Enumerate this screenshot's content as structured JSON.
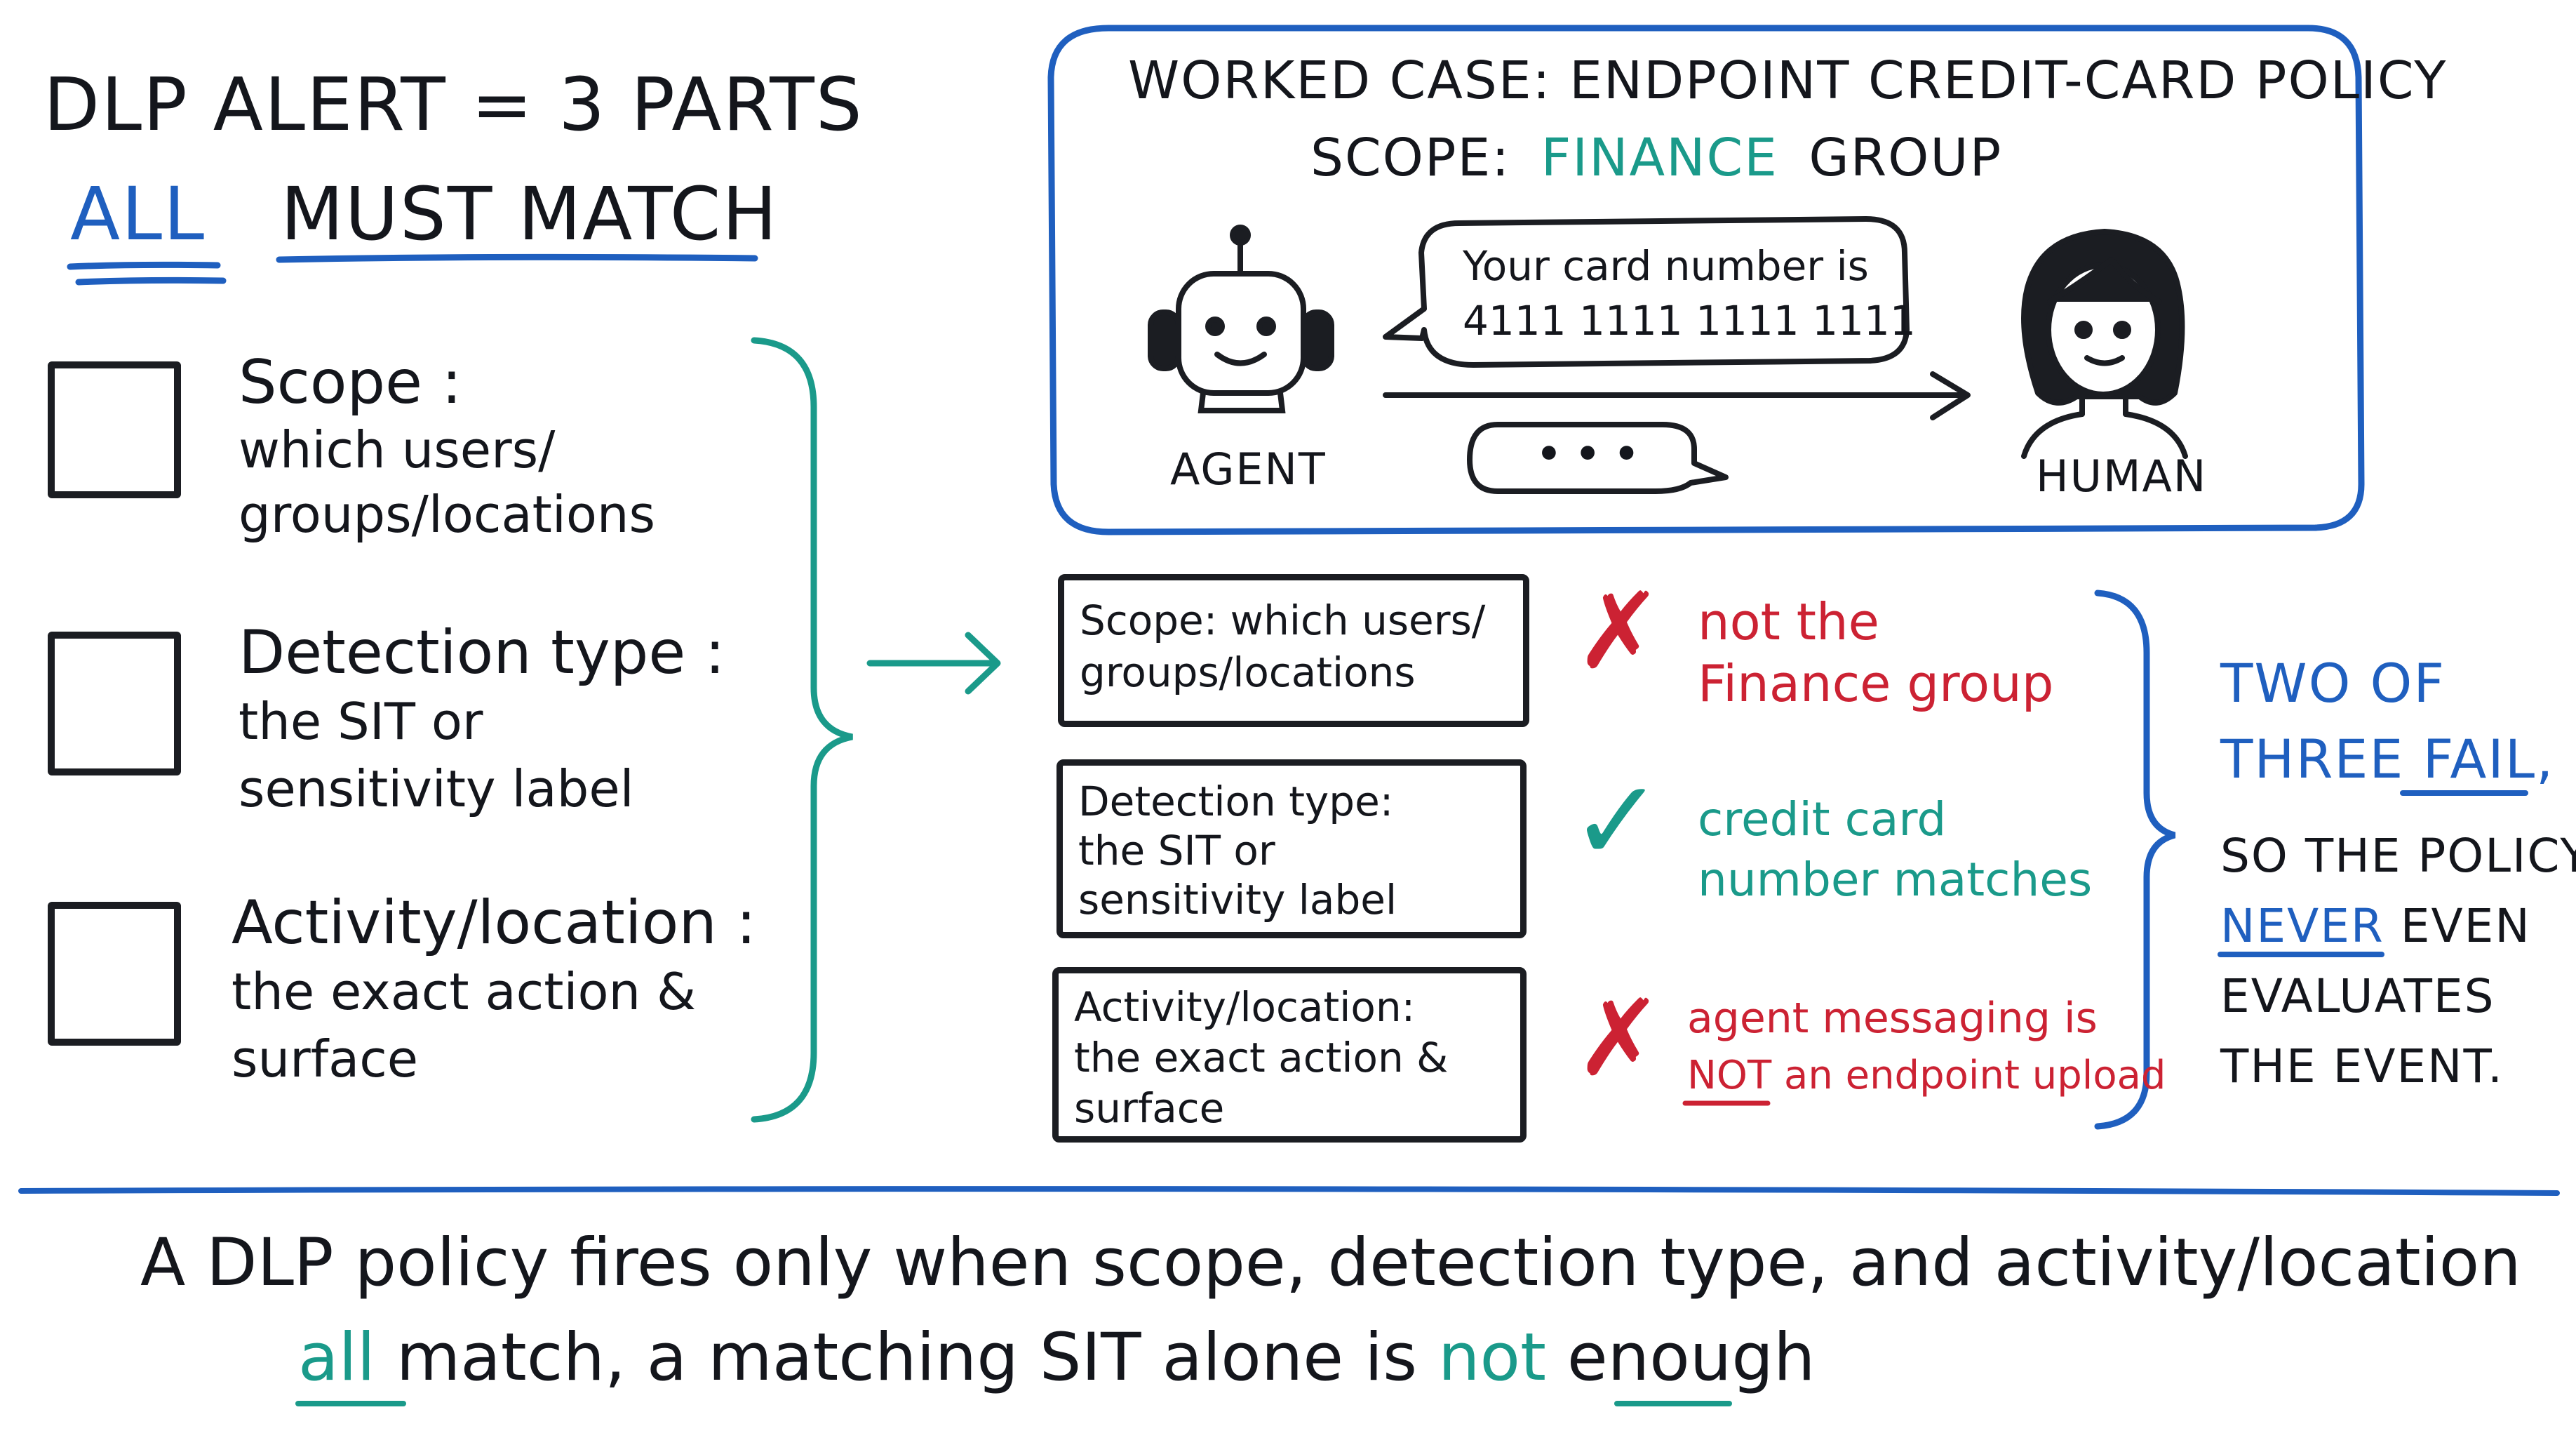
{
  "colors": {
    "ink": "#1b1d22",
    "blue": "#1f5fbf",
    "teal": "#1a9a8a",
    "red": "#cc2233"
  },
  "header": {
    "title": "DLP ALERT = 3 PARTS",
    "all": "ALL",
    "must_match": "MUST MATCH"
  },
  "criteria": [
    {
      "title": "Scope :",
      "line1": "which users/",
      "line2": "groups/locations"
    },
    {
      "title": "Detection type :",
      "line1": "the SIT or",
      "line2": "sensitivity label"
    },
    {
      "title": "Activity/location :",
      "line1": "the exact action &",
      "line2": "surface"
    }
  ],
  "case": {
    "title": "WORKED CASE: ENDPOINT CREDIT-CARD POLICY",
    "scope_prefix": "SCOPE:",
    "scope_value": "FINANCE",
    "scope_suffix": "GROUP",
    "bubble_line1": "Your card number is",
    "bubble_line2": "4111 1111 1111 1111",
    "typing": "• • •",
    "agent_label": "AGENT",
    "human_label": "HUMAN",
    "robot_icon": "robot-icon",
    "person_icon": "person-icon"
  },
  "results": [
    {
      "box_line1": "Scope: which users/",
      "box_line2": "groups/locations",
      "box_line3": "",
      "mark": "✗",
      "status": "fail",
      "note_line1": "not the",
      "note_line2": "Finance group"
    },
    {
      "box_line1": "Detection type:",
      "box_line2": "the SIT or",
      "box_line3": "sensitivity label",
      "mark": "✓",
      "status": "pass",
      "note_line1": "credit card",
      "note_line2": "number matches"
    },
    {
      "box_line1": "Activity/location:",
      "box_line2": "the exact action &",
      "box_line3": "surface",
      "mark": "✗",
      "status": "fail",
      "note_line1": "agent messaging is",
      "note_line2_em": "NOT",
      "note_line2": "an endpoint upload"
    }
  ],
  "verdict": {
    "line1": "TWO OF",
    "line2_a": "THREE",
    "line2_b": "FAIL",
    "line2_c": ",",
    "line3": "SO THE POLICY",
    "line4_a": "NEVER",
    "line4_b": "EVEN",
    "line5": "EVALUATES",
    "line6": "THE EVENT."
  },
  "footer": {
    "line1": "A DLP policy fires only when scope, detection type, and activity/location",
    "line2_a": "all",
    "line2_b": "match, a matching SIT alone is",
    "line2_c": "not",
    "line2_d": "enough"
  }
}
